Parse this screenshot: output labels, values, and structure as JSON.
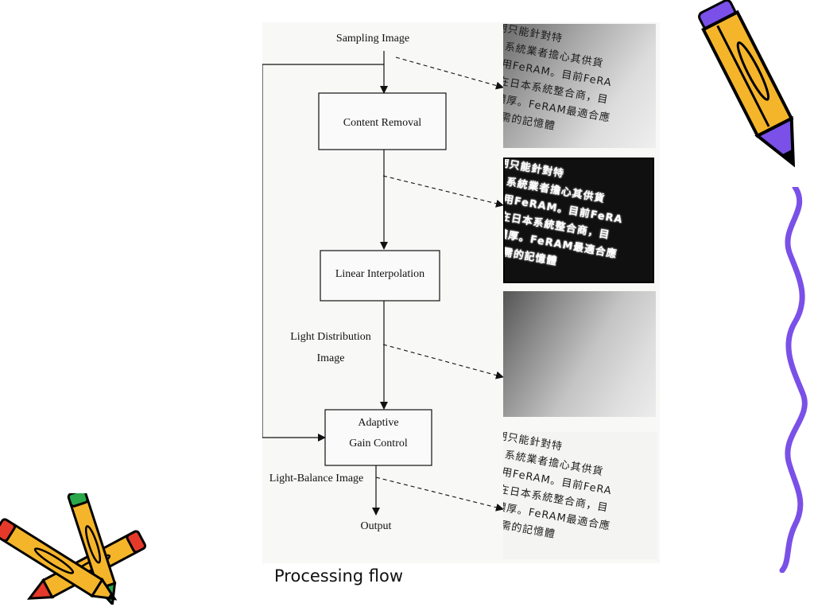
{
  "diagram": {
    "nodes": {
      "sampling_image": "Sampling Image",
      "content_removal": "Content Removal",
      "linear_interpolation": "Linear Interpolation",
      "light_distribution_line1": "Light Distribution",
      "light_distribution_line2": "Image",
      "adaptive_line1": "Adaptive",
      "adaptive_line2": "Gain Control",
      "light_balance_image": "Light-Balance Image",
      "output": "Output"
    },
    "caption": "Processing flow"
  },
  "thumbnails": {
    "text_lines": [
      "的期只能針對特",
      "貨。系統業者擔心其供貨",
      "然採用FeRAM。目前FeRA",
      "集中在日本系統整合商，目",
      "意味濃厚。FeRAM最適合應",
      "C卡所需的記憶體"
    ]
  },
  "colors": {
    "pencil_body": "#f5b52a",
    "pencil_outline": "#000000",
    "pencil_purple": "#7a50e8",
    "pencil_red": "#e53a2a",
    "pencil_green": "#2aa84a",
    "wavy_line": "#7a50e8"
  },
  "icons": [
    "pencil-icon",
    "crossed-pencils-icon"
  ]
}
